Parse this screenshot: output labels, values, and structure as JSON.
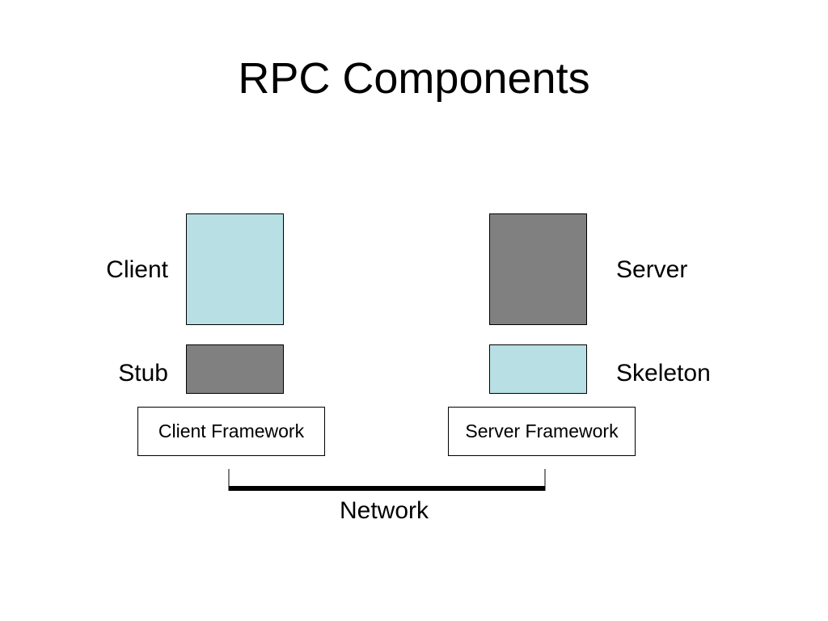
{
  "title": "RPC Components",
  "labels": {
    "client": "Client",
    "stub": "Stub",
    "server": "Server",
    "skeleton": "Skeleton",
    "network": "Network"
  },
  "frameworks": {
    "client": "Client Framework",
    "server": "Server Framework"
  },
  "colors": {
    "light_blue": "#b8e0e4",
    "gray": "#808080",
    "outline": "#000000"
  }
}
